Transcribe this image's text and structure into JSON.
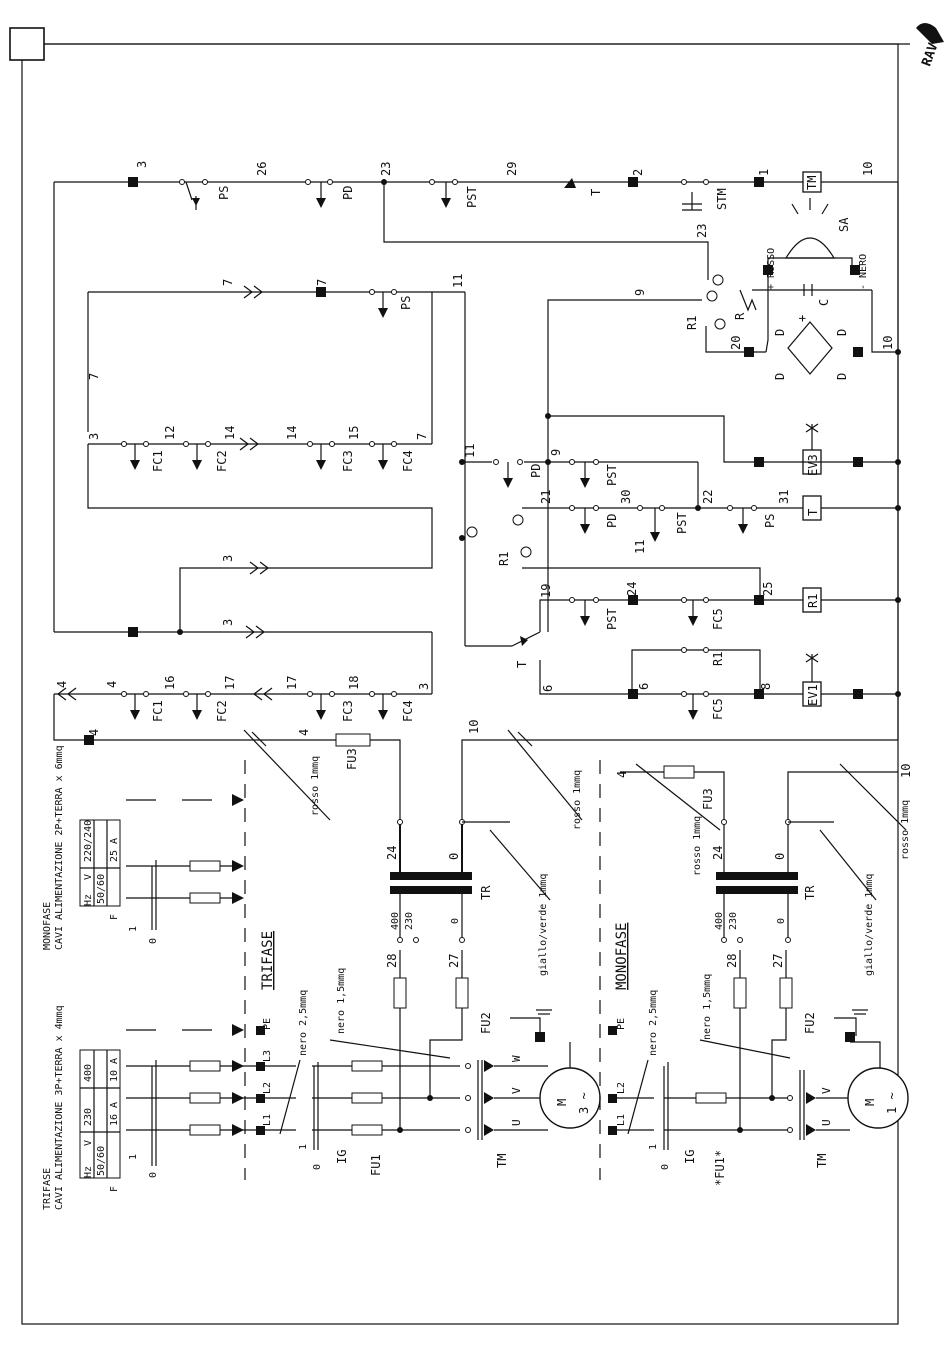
{
  "page": {
    "corner_box_label": "",
    "logo_text": "RAV"
  },
  "control": {
    "top_rail_labels": [
      "3",
      "PS",
      "26",
      "PD",
      "23",
      "PST",
      "29",
      "T",
      "2",
      "STM",
      "1",
      "TM",
      "10"
    ],
    "wire_labels": [
      "23",
      "9",
      "R1",
      "11",
      "7",
      "7",
      "PS",
      "20",
      "10"
    ],
    "signal": {
      "lamp": "SA",
      "rosso": "+ ROSSO",
      "nero": "- NERO",
      "resistor": "R",
      "capacitor": "C",
      "diode": "D",
      "plus": "+"
    },
    "fc_row_1": [
      "3",
      "FC1",
      "12",
      "FC2",
      "14",
      "14",
      "FC3",
      "15",
      "FC4",
      "7"
    ],
    "fc_row_2": [
      "4",
      "4",
      "FC1",
      "16",
      "FC2",
      "17",
      "17",
      "FC3",
      "18",
      "FC4",
      "3"
    ],
    "arrow_labels": [
      "7",
      "3",
      "3",
      "4"
    ],
    "loads": [
      "EV3",
      "T",
      "R1",
      "EV1"
    ],
    "branch_labels": [
      "11",
      "PD",
      "9",
      "PST",
      "21",
      "PD",
      "30",
      "PST",
      "22",
      "PS",
      "31",
      "11",
      "R1",
      "19",
      "PST",
      "24",
      "FC5",
      "25",
      "T",
      "6",
      "6",
      "R1",
      "FC5",
      "8"
    ],
    "bottom_wire_labels": [
      "4",
      "FU3",
      "4",
      "10"
    ]
  },
  "trifase": {
    "title": "TRIFASE",
    "cable_title": "TRIFASE\nCAVI ALIMENTAZIONE 3P+TERRA x 4mmq",
    "table": {
      "headers": [
        "Hz",
        "V"
      ],
      "rows": [
        [
          "50/60",
          "230",
          "400"
        ],
        [
          "",
          "16 A",
          "10 A"
        ]
      ],
      "f_label": "F"
    },
    "labels": [
      "L1",
      "L2",
      "L3",
      "PE",
      "nero 2,5mmq",
      "nero 1,5mmq",
      "rosso 1mmq",
      "giallo/verde 1mmq",
      "rosso 1mmq",
      "IG",
      "FU1",
      "FU2",
      "TM",
      "TR",
      "U",
      "V",
      "W",
      "M",
      "3 ~",
      "400",
      "230",
      "0",
      "28",
      "27",
      "24",
      "0",
      "0",
      "1"
    ]
  },
  "monofase": {
    "title": "MONOFASE",
    "cable_title": "MONOFASE\nCAVI ALIMENTAZIONE 2P+TERRA x 6mmq",
    "table": {
      "headers": [
        "Hz",
        "V"
      ],
      "rows": [
        [
          "",
          "220/240"
        ],
        [
          "50/60",
          "25 A"
        ]
      ],
      "f_label": "F"
    },
    "labels": [
      "L1",
      "L2",
      "PE",
      "nero 2,5mmq",
      "nero 1,5mmq",
      "rosso 1mmq",
      "giallo/verde 1mmq",
      "rosso 1mmq",
      "IG",
      "*FU1*",
      "FU2",
      "FU3",
      "TM",
      "TR",
      "U",
      "V",
      "M",
      "1 ~",
      "400",
      "230",
      "0",
      "28",
      "27",
      "24",
      "0",
      "4",
      "10",
      "0",
      "1"
    ]
  }
}
